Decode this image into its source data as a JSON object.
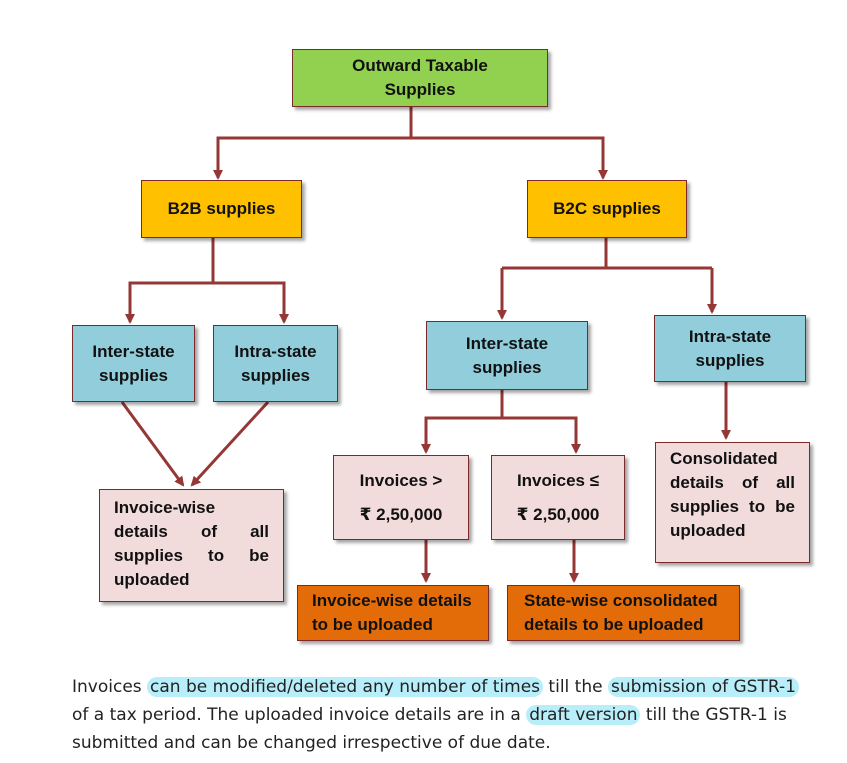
{
  "colors": {
    "root_fill": "#92d050",
    "level1_fill": "#ffc000",
    "level2_fill": "#92cddc",
    "detail_fill": "#f2dcdb",
    "result_fill": "#e36c09",
    "connector": "#953735",
    "highlight": "#b7eefa"
  },
  "nodes": {
    "root": "Outward Taxable Supplies",
    "b2b": "B2B supplies",
    "b2c": "B2C supplies",
    "b2b_inter": "Inter-state supplies",
    "b2b_intra": "Intra-state supplies",
    "b2c_inter": "Inter-state supplies",
    "b2c_intra": "Intra-state supplies",
    "inv_gt_line1": "Invoices >",
    "inv_gt_line2": "₹ 2,50,000",
    "inv_le_line1": "Invoices ≤",
    "inv_le_line2": "₹ 2,50,000",
    "b2b_details": "Invoice-wise details of all supplies to be uploaded",
    "b2c_consolidated": "Consolidated details of all supplies to be uploaded",
    "invoice_wise_upload": "Invoice-wise details to be uploaded",
    "state_wise_upload": "State-wise consolidated details to be uploaded"
  },
  "caption": {
    "t1": "Invoices ",
    "h1": "can be modified/deleted any number of times",
    "t2": " till the ",
    "h2": "submission of GSTR-1",
    "t3": " of a tax period.  The uploaded invoice details are in a ",
    "h3": "draft version",
    "t4": " till the GSTR-1 is submitted and can be changed irrespective of due date."
  }
}
